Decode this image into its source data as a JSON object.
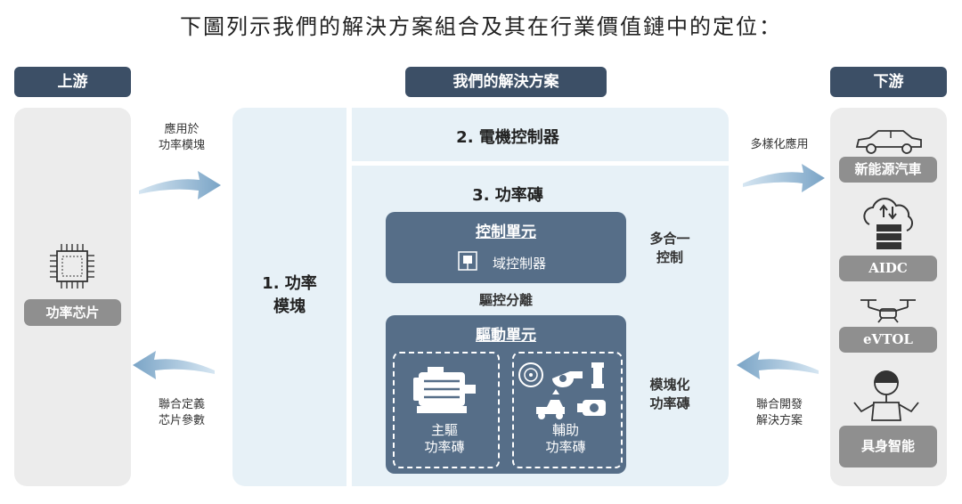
{
  "title": "下圖列示我們的解決方案組合及其在行業價值鏈中的定位：",
  "upstream": {
    "header": "上游",
    "chip_label": "功率芯片",
    "arrow_in_label": "應用於\n功率模塊",
    "arrow_out_label": "聯合定義\n芯片參數"
  },
  "solutions": {
    "header": "我們的解決方案",
    "power_module": "1. 功率\n模塊",
    "motor_controller": "2. 電機控制器",
    "power_brick": "3. 功率磚",
    "control_unit": {
      "title": "控制單元",
      "item": "域控制器",
      "side_label": "多合一\n控制"
    },
    "separation_label": "驅控分離",
    "drive_unit": {
      "title": "驅動單元",
      "main": "主驅\n功率磚",
      "aux": "輔助\n功率磚",
      "side_label": "模塊化\n功率磚"
    }
  },
  "downstream": {
    "header": "下游",
    "arrow_in_label": "多樣化應用",
    "arrow_out_label": "聯合開發\n解決方案",
    "items": [
      "新能源汽車",
      "AIDC",
      "eVTOL",
      "具身智能"
    ]
  }
}
